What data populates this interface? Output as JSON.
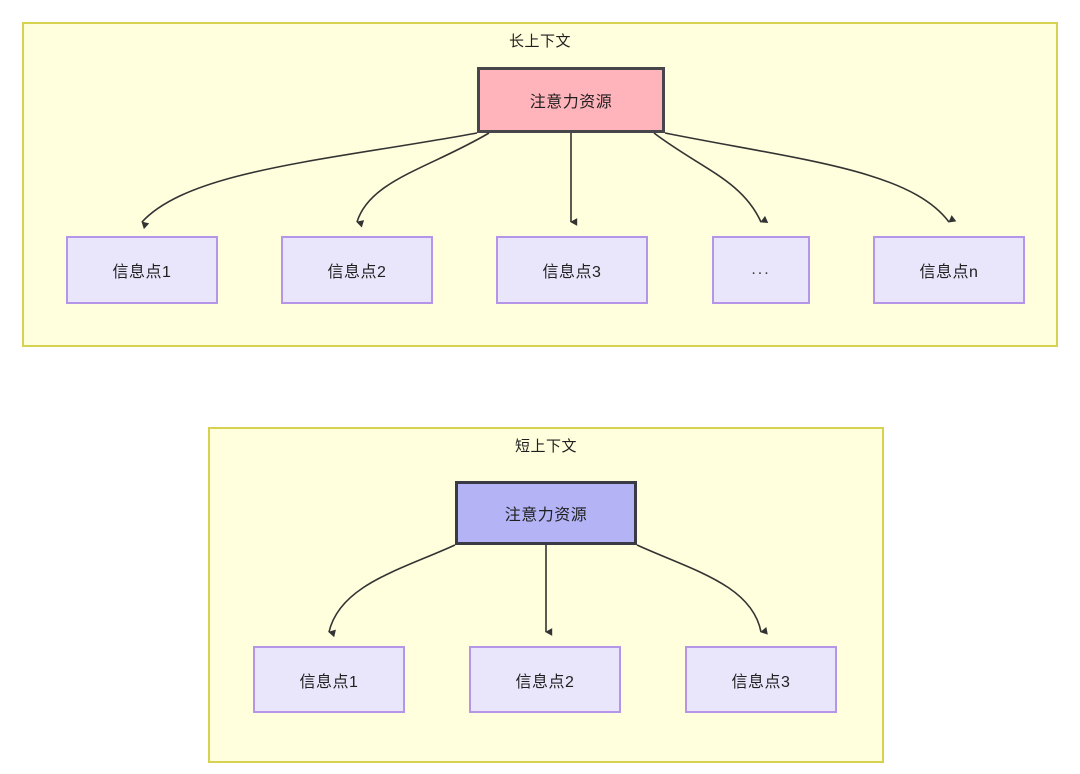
{
  "diagram": {
    "type": "two-panel-attention-allocation-diagram",
    "background": "#ffffff",
    "panel_fill": "#ffffdd",
    "panel_border": "#d6d14e",
    "edge_color": "#333333"
  },
  "panels": [
    {
      "id": "long-context",
      "title": "长上下文",
      "root": {
        "label": "注意力资源",
        "fill": "#ffb3ba",
        "border": "#46464b"
      },
      "children": [
        {
          "label": "信息点1",
          "fill": "#e9e6fb",
          "border": "#b495e8"
        },
        {
          "label": "信息点2",
          "fill": "#e9e6fb",
          "border": "#b495e8"
        },
        {
          "label": "信息点3",
          "fill": "#e9e6fb",
          "border": "#b495e8"
        },
        {
          "label": "...",
          "fill": "#e9e6fb",
          "border": "#b495e8"
        },
        {
          "label": "信息点n",
          "fill": "#e9e6fb",
          "border": "#b495e8"
        }
      ]
    },
    {
      "id": "short-context",
      "title": "短上下文",
      "root": {
        "label": "注意力资源",
        "fill": "#b3b3f5",
        "border": "#3a3a46"
      },
      "children": [
        {
          "label": "信息点1",
          "fill": "#e9e6fb",
          "border": "#b495e8"
        },
        {
          "label": "信息点2",
          "fill": "#e9e6fb",
          "border": "#b495e8"
        },
        {
          "label": "信息点3",
          "fill": "#e9e6fb",
          "border": "#b495e8"
        }
      ]
    }
  ]
}
